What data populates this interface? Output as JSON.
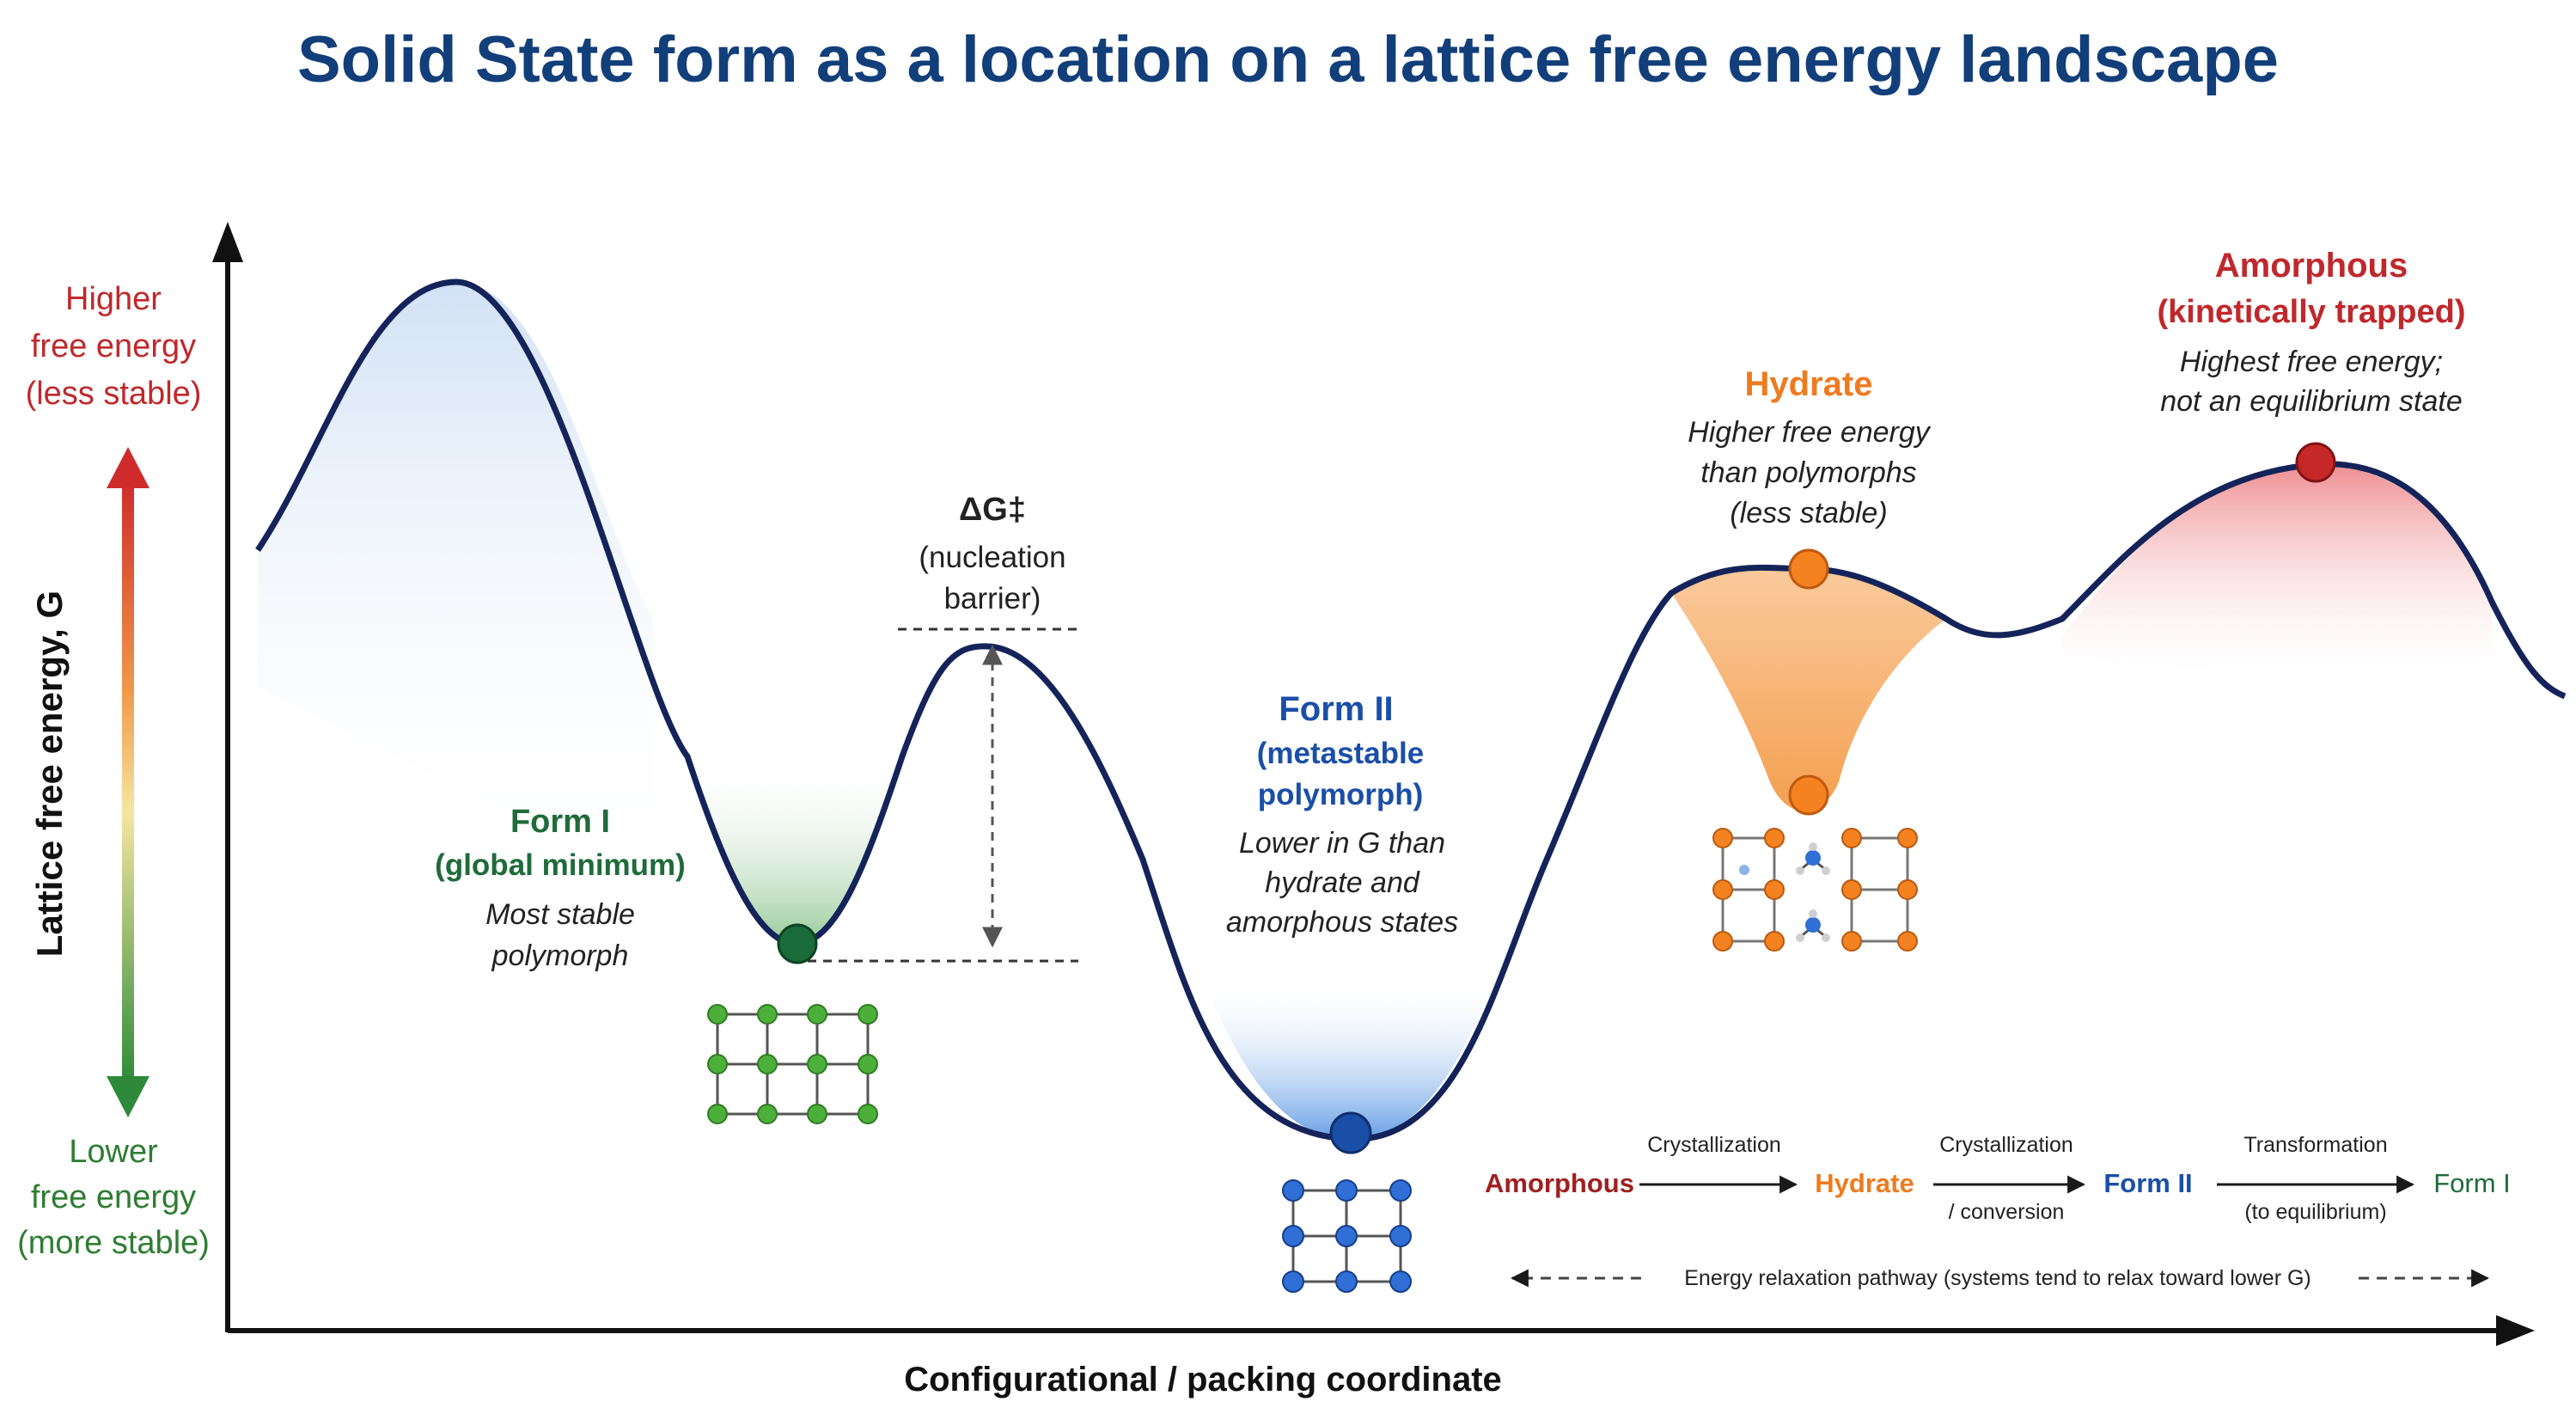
{
  "title": "Solid State form as a location on a lattice free energy landscape",
  "axes": {
    "y_label": "Lattice free energy, G",
    "x_label": "Configurational / packing coordinate",
    "higher_lines": [
      "Higher",
      "free energy",
      "(less stable)"
    ],
    "lower_lines": [
      "Lower",
      "free energy",
      "(more stable)"
    ]
  },
  "form1": {
    "name": "Form I",
    "sub": "(global minimum)",
    "desc": [
      "Most stable",
      "polymorph"
    ]
  },
  "barrier": {
    "symbol": "ΔG‡",
    "desc": [
      "(nucleation",
      "barrier)"
    ]
  },
  "form2": {
    "name": "Form II",
    "sub": [
      "(metastable",
      "polymorph)"
    ],
    "desc": [
      "Lower in G than",
      "hydrate and",
      "amorphous states"
    ]
  },
  "hydrate": {
    "name": "Hydrate",
    "desc": [
      "Higher free energy",
      "than polymorphs",
      "(less stable)"
    ]
  },
  "amorphous": {
    "name": "Amorphous",
    "sub": "(kinetically trapped)",
    "desc": [
      "Highest free energy;",
      "not an equilibrium state"
    ]
  },
  "pathway": {
    "states": [
      "Amorphous",
      "Hydrate",
      "Form II",
      "Form I"
    ],
    "steps": [
      {
        "top": "Crystallization",
        "bottom": ""
      },
      {
        "top": "Crystallization",
        "bottom": "/ conversion"
      },
      {
        "top": "Transformation",
        "bottom": "(to equilibrium)"
      }
    ],
    "note": "Energy relaxation pathway (systems tend to relax toward lower G)"
  },
  "colors": {
    "title": "#123f7a",
    "curve": "#14245a",
    "form1": "#1f6b3a",
    "form2": "#1a4fa8",
    "hydrate": "#f07a1e",
    "amorphous": "#c0282c",
    "higher": "#c0282c",
    "lower": "#2e7d32"
  },
  "icons": [
    "green-lattice-icon",
    "blue-lattice-icon",
    "hydrate-lattice-icon",
    "water-molecule-icon"
  ]
}
